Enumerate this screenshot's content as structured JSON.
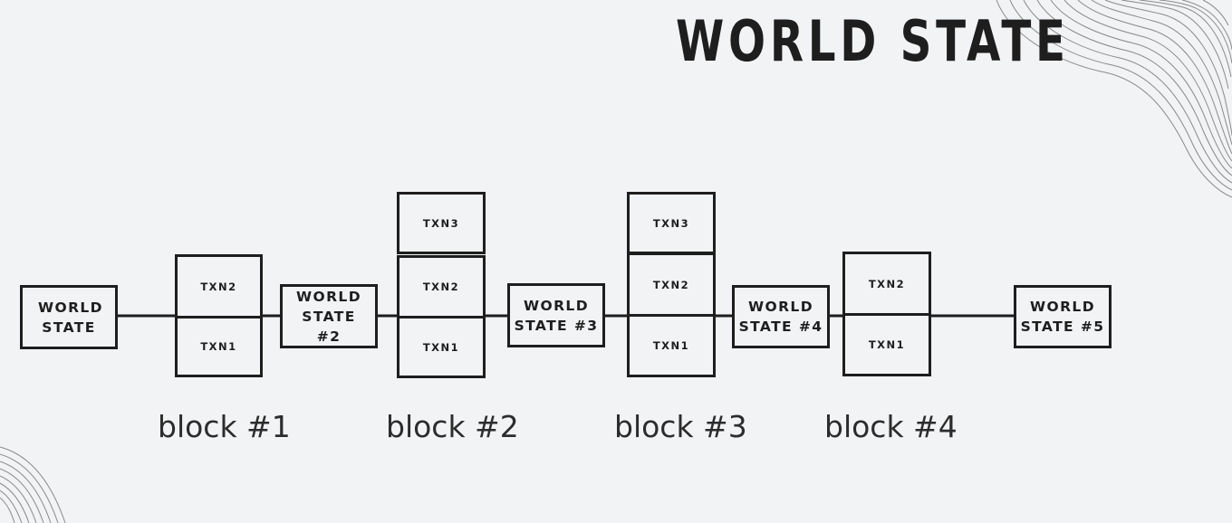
{
  "title": "WORLD STATE",
  "states": [
    "WORLD STATE",
    "WORLD STATE #2",
    "WORLD STATE #3",
    "WORLD STATE #4",
    "WORLD STATE #5"
  ],
  "blocks": [
    {
      "label": "block #1",
      "txns": [
        "TXN2",
        "TXN1"
      ]
    },
    {
      "label": "block #2",
      "txns": [
        "TXN3",
        "TXN2",
        "TXN1"
      ]
    },
    {
      "label": "block #3",
      "txns": [
        "TXN3",
        "TXN2",
        "TXN1"
      ]
    },
    {
      "label": "block #4",
      "txns": [
        "TXN2",
        "TXN1"
      ]
    }
  ],
  "colors": {
    "background": "#f2f3f5",
    "ink": "#1e1e1e"
  }
}
